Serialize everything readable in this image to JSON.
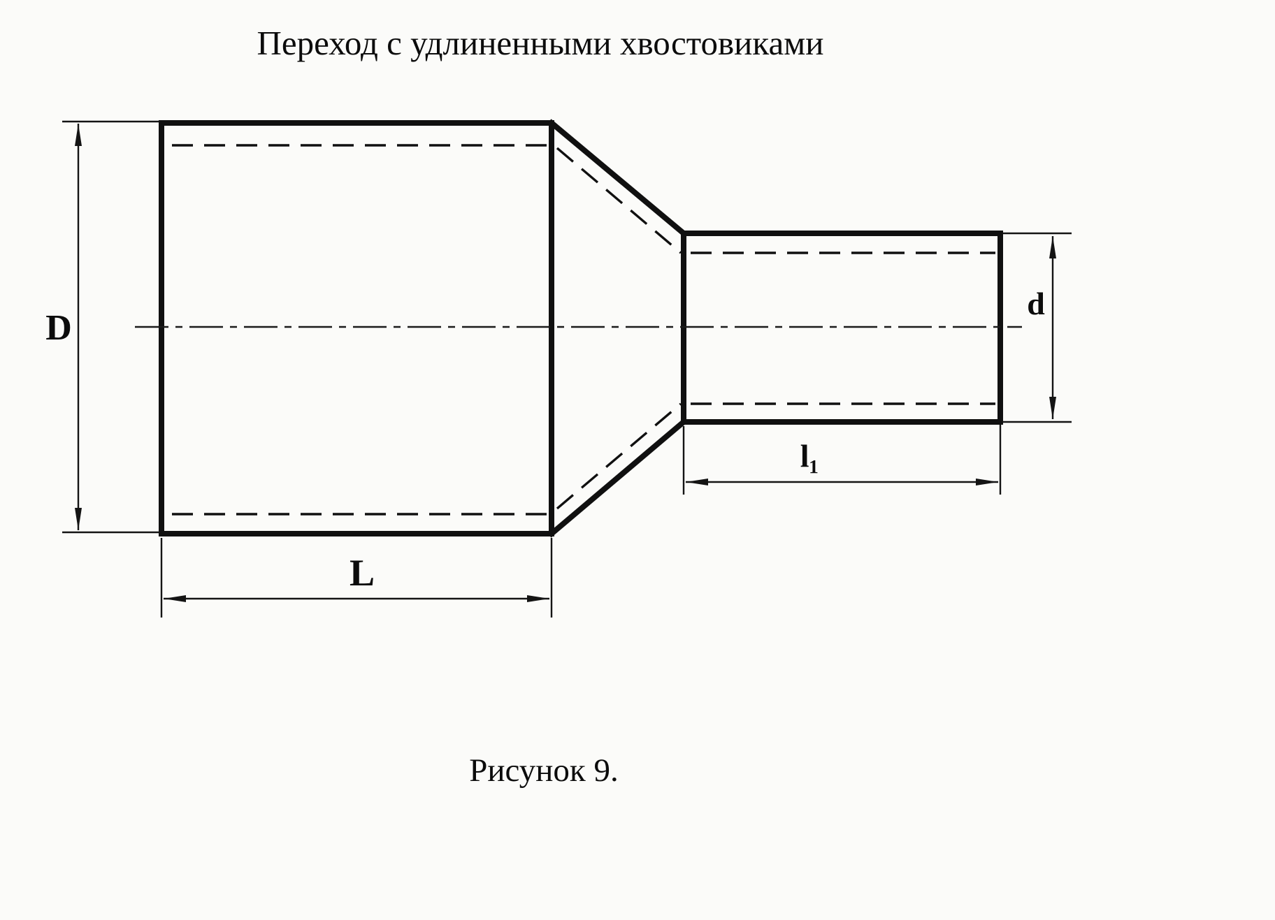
{
  "title": "Переход с удлиненными хвостовиками",
  "caption": "Рисунок 9.",
  "dimensions": {
    "large_diameter_label": "D",
    "small_diameter_label": "d",
    "large_length_label": "L",
    "small_length_label": "l₁"
  },
  "colors": {
    "line": "#101010",
    "background": "#fbfbf9"
  }
}
